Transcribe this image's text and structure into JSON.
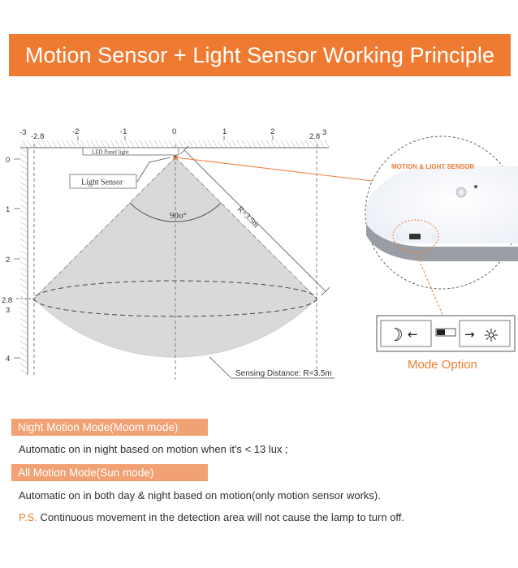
{
  "title": "Motion Sensor + Light Sensor Working Principle",
  "diagram": {
    "x_ticks": [
      "-3",
      "-2.8",
      "-2",
      "-1",
      "0",
      "1",
      "2",
      "2.8",
      "3"
    ],
    "y_ticks": [
      "0",
      "1",
      "2",
      "2.8",
      "3",
      "4"
    ],
    "led_panel_label": "LED Panel light",
    "light_sensor_label": "Light Sensor",
    "angle_label": "90o°",
    "radius_label": "R=3.5m",
    "sensing_distance_label": "Sensing Distance: R=3.5m",
    "cone_color": "#d9d9d9"
  },
  "inset": {
    "sensor_label": "MOTION & LIGHT SENSOR",
    "mode_option_label": "Mode Option",
    "accent_color": "#ef7b33",
    "icons": [
      "moon-icon",
      "arrow-left-icon",
      "switch-icon",
      "arrow-right-icon",
      "sun-icon"
    ]
  },
  "modes": [
    {
      "title": "Night Motion Mode(Moom mode)",
      "description": "Automatic on in night based on motion when it's < 13 lux ;"
    },
    {
      "title": "All Motion Mode(Sun mode)",
      "description": "Automatic on in both day & night based on motion(only motion sensor works)."
    }
  ],
  "ps": {
    "label": "P.S.",
    "text": " Continuous movement in the detection area will not cause the lamp to turn off."
  }
}
